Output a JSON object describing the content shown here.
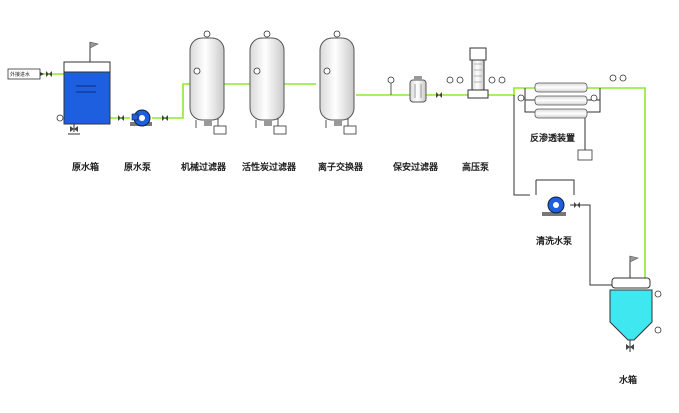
{
  "inlet": "外接进水",
  "labels": {
    "raw_tank": "原水箱",
    "raw_pump": "原水泵",
    "mech_filter": "机械过滤器",
    "carbon_filter": "活性炭过滤器",
    "ion_exchanger": "离子交换器",
    "security_filter": "保安过滤器",
    "hp_pump": "高压泵",
    "ro_unit": "反渗透装置",
    "clean_pump": "清洗水泵",
    "water_tank": "水箱"
  },
  "colors": {
    "pipe": "#8BEA2E",
    "raw_tank": "#1E5FE0",
    "water_tank": "#3FE8F0",
    "pump": "#1E5FE0"
  }
}
